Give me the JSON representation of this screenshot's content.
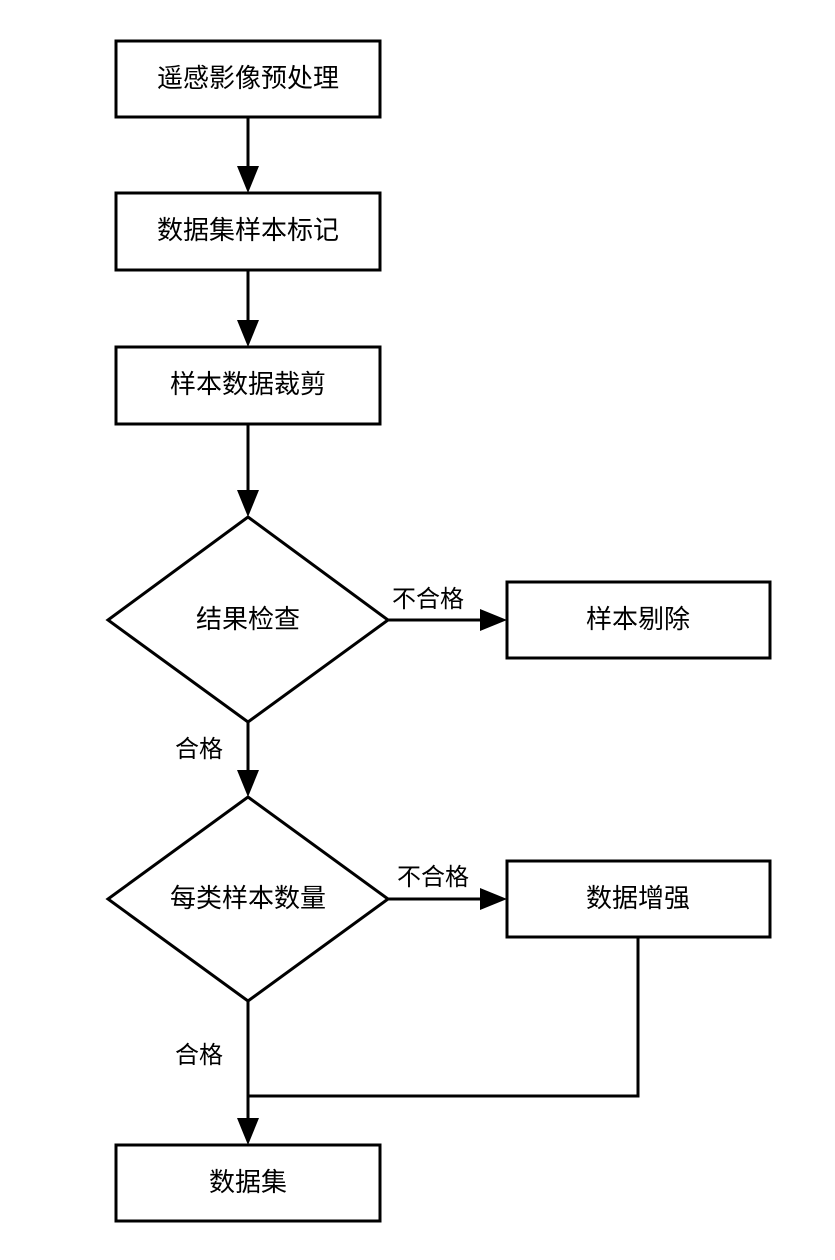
{
  "flowchart": {
    "nodes": {
      "preprocess": "遥感影像预处理",
      "labeling": "数据集样本标记",
      "cropping": "样本数据裁剪",
      "check_result": "结果检查",
      "reject_sample": "样本剔除",
      "count_per_class": "每类样本数量",
      "augmentation": "数据增强",
      "dataset": "数据集"
    },
    "edge_labels": {
      "check_fail": "不合格",
      "check_pass": "合格",
      "count_fail": "不合格",
      "count_pass": "合格"
    }
  }
}
